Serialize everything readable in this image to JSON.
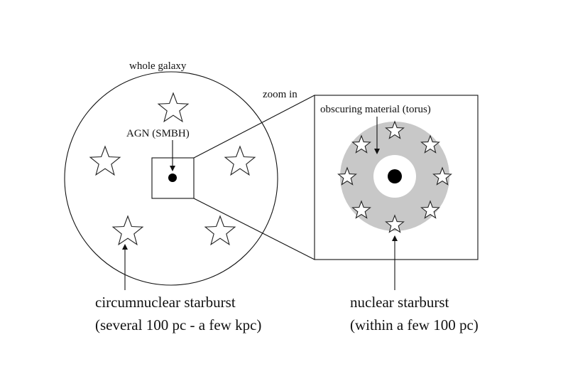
{
  "labels": {
    "whole_galaxy": "whole galaxy",
    "zoom_in": "zoom in",
    "agn": "AGN (SMBH)",
    "obscuring": "obscuring material (torus)",
    "circum_line1": "circumnuclear starburst",
    "circum_line2": "(several 100 pc - a few kpc)",
    "nuclear_line1": "nuclear starburst",
    "nuclear_line2": "(within a few 100 pc)"
  },
  "colors": {
    "ink": "#111111",
    "torus": "#c8c8c8",
    "background": "#ffffff"
  }
}
